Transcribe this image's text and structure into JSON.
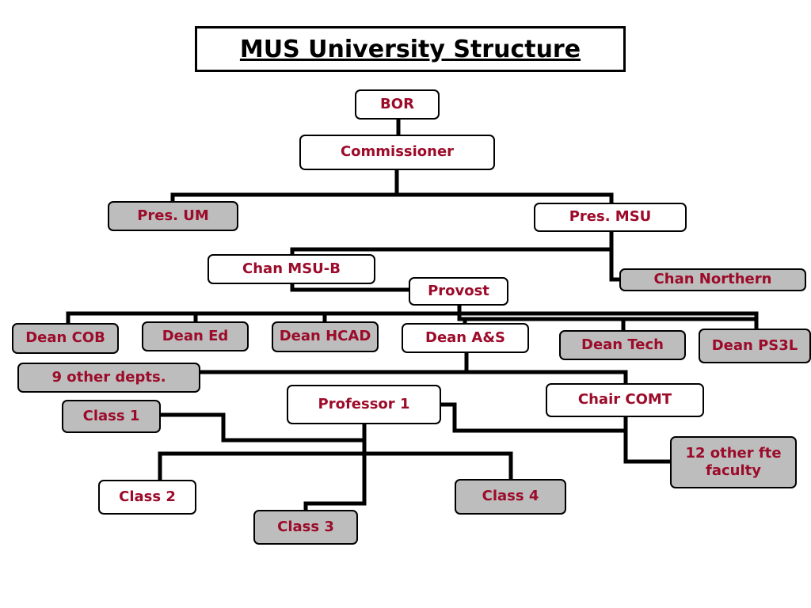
{
  "title": "MUS University Structure",
  "nodes": {
    "bor": "BOR",
    "commissioner": "Commissioner",
    "pres_um": "Pres. UM",
    "pres_msu": "Pres. MSU",
    "chan_msub": "Chan MSU-B",
    "chan_northern": "Chan Northern",
    "provost": "Provost",
    "dean_cob": "Dean COB",
    "dean_ed": "Dean Ed",
    "dean_hcad": "Dean HCAD",
    "dean_as": "Dean A&S",
    "dean_tech": "Dean Tech",
    "dean_ps3l": "Dean PS3L",
    "other_depts": "9 other depts.",
    "professor1": "Professor 1",
    "chair_comt": "Chair COMT",
    "class1": "Class 1",
    "class2": "Class 2",
    "class3": "Class 3",
    "class4": "Class 4",
    "other_faculty": "12 other fte faculty"
  },
  "colors": {
    "text": "#9c0b2a",
    "gray_box": "#bdbdbd",
    "white_box": "#ffffff",
    "line": "#000000"
  }
}
